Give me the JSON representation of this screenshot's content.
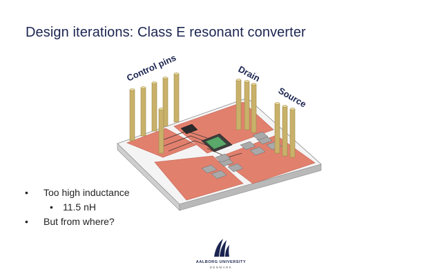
{
  "slide": {
    "title": "Design iterations: Class E resonant converter"
  },
  "figure": {
    "labels": {
      "control_pins": "Control pins",
      "drain": "Drain",
      "source": "Source"
    },
    "colors": {
      "copper": "#e2806e",
      "copper_edge": "#c96a5a",
      "substrate": "#f4f4f4",
      "pin": "#c9b16a",
      "pin_shade": "#9c8848",
      "component": "#a9a9a9",
      "label": "#1b2450"
    }
  },
  "bullets": [
    {
      "level": 1,
      "text": "Too high inductance"
    },
    {
      "level": 2,
      "text": "11.5 nH"
    },
    {
      "level": 1,
      "text": "But from where?"
    }
  ],
  "footer": {
    "logo_icon": "aalborg-university-logo-icon",
    "university": "AALBORG UNIVERSITY",
    "country": "DENMARK"
  }
}
